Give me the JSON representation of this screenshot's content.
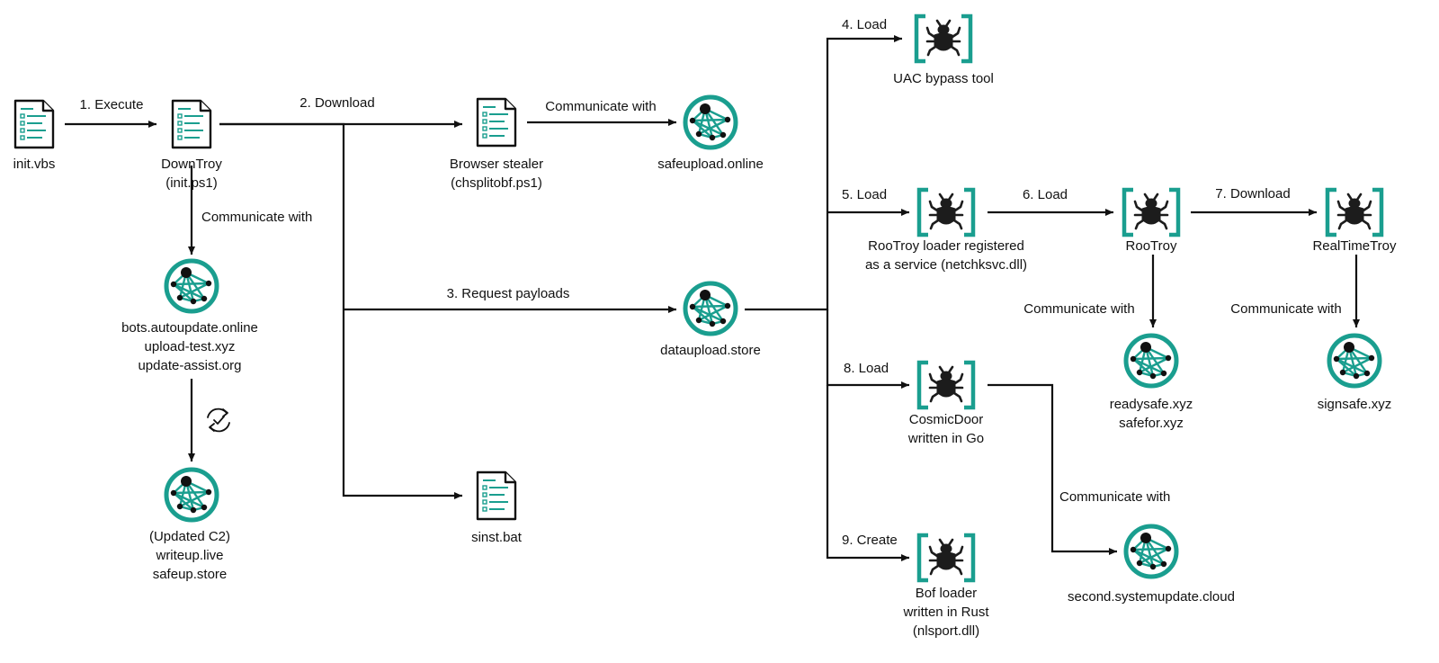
{
  "nodes": [
    {
      "id": "init_vbs",
      "type": "file",
      "icon": "script-file-icon",
      "lines": [
        "init.vbs"
      ]
    },
    {
      "id": "downtroy",
      "type": "file",
      "icon": "script-file-icon",
      "lines": [
        "DownTroy",
        "(init.ps1)"
      ]
    },
    {
      "id": "bots_c2",
      "type": "server",
      "icon": "c2-server-icon",
      "lines": [
        "bots.autoupdate.online",
        "upload-test.xyz",
        "update-assist.org"
      ]
    },
    {
      "id": "updated_c2",
      "type": "server",
      "icon": "c2-server-icon",
      "lines": [
        "(Updated C2)",
        "writeup.live",
        "safeup.store"
      ]
    },
    {
      "id": "browser_stealer",
      "type": "file",
      "icon": "script-file-icon",
      "lines": [
        "Browser stealer",
        "(chsplitobf.ps1)"
      ]
    },
    {
      "id": "safeupload",
      "type": "server",
      "icon": "c2-server-icon",
      "lines": [
        "safeupload.online"
      ]
    },
    {
      "id": "dataupload",
      "type": "server",
      "icon": "c2-server-icon",
      "lines": [
        "dataupload.store"
      ]
    },
    {
      "id": "sinst",
      "type": "file",
      "icon": "script-file-icon",
      "lines": [
        "sinst.bat"
      ]
    },
    {
      "id": "uac",
      "type": "malware",
      "icon": "malware-bug-icon",
      "lines": [
        "UAC bypass tool"
      ]
    },
    {
      "id": "rootroy_loader",
      "type": "malware",
      "icon": "malware-bug-icon",
      "lines": [
        "RooTroy loader registered",
        "as a service (netchksvc.dll)"
      ]
    },
    {
      "id": "rootroy",
      "type": "malware",
      "icon": "malware-bug-icon",
      "lines": [
        "RooTroy"
      ]
    },
    {
      "id": "realtimetroy",
      "type": "malware",
      "icon": "malware-bug-icon",
      "lines": [
        "RealTimeTroy"
      ]
    },
    {
      "id": "readysafe",
      "type": "server",
      "icon": "c2-server-icon",
      "lines": [
        "readysafe.xyz",
        "safefor.xyz"
      ]
    },
    {
      "id": "signsafe",
      "type": "server",
      "icon": "c2-server-icon",
      "lines": [
        "signsafe.xyz"
      ]
    },
    {
      "id": "cosmicdoor",
      "type": "malware",
      "icon": "malware-bug-icon",
      "lines": [
        "CosmicDoor",
        "written in Go"
      ]
    },
    {
      "id": "bof_loader",
      "type": "malware",
      "icon": "malware-bug-icon",
      "lines": [
        "Bof loader",
        "written in Rust",
        "(nlsport.dll)"
      ]
    },
    {
      "id": "second_system",
      "type": "server",
      "icon": "c2-server-icon",
      "lines": [
        "second.systemupdate.cloud"
      ]
    }
  ],
  "edges": [
    {
      "id": "e_execute",
      "from": "init_vbs",
      "to": "downtroy",
      "label": "1. Execute"
    },
    {
      "id": "e_download",
      "from": "downtroy",
      "to": "browser_stealer",
      "label": "2. Download"
    },
    {
      "id": "e_request",
      "from": "downtroy",
      "to": "dataupload",
      "label": "3. Request payloads"
    },
    {
      "id": "e_sinst",
      "from": "downtroy",
      "to": "sinst",
      "label": ""
    },
    {
      "id": "e_comm_bots",
      "from": "downtroy",
      "to": "bots_c2",
      "label": "Communicate with"
    },
    {
      "id": "e_update",
      "from": "bots_c2",
      "to": "updated_c2",
      "label": "",
      "icon": "sync-update-icon"
    },
    {
      "id": "e_comm_safeupload",
      "from": "browser_stealer",
      "to": "safeupload",
      "label": "Communicate with"
    },
    {
      "id": "e_load4",
      "from": "dataupload",
      "to": "uac",
      "label": "4. Load"
    },
    {
      "id": "e_load5",
      "from": "dataupload",
      "to": "rootroy_loader",
      "label": "5. Load"
    },
    {
      "id": "e_load8",
      "from": "dataupload",
      "to": "cosmicdoor",
      "label": "8. Load"
    },
    {
      "id": "e_create9",
      "from": "dataupload",
      "to": "bof_loader",
      "label": "9. Create"
    },
    {
      "id": "e_load6",
      "from": "rootroy_loader",
      "to": "rootroy",
      "label": "6. Load"
    },
    {
      "id": "e_download7",
      "from": "rootroy",
      "to": "realtimetroy",
      "label": "7. Download"
    },
    {
      "id": "e_comm_readysafe",
      "from": "rootroy",
      "to": "readysafe",
      "label": "Communicate with"
    },
    {
      "id": "e_comm_signsafe",
      "from": "realtimetroy",
      "to": "signsafe",
      "label": "Communicate with"
    },
    {
      "id": "e_comm_second",
      "from": "cosmicdoor",
      "to": "second_system",
      "label": "Communicate with"
    }
  ],
  "colors": {
    "accent": "#1a9e8f",
    "ink": "#111111"
  }
}
